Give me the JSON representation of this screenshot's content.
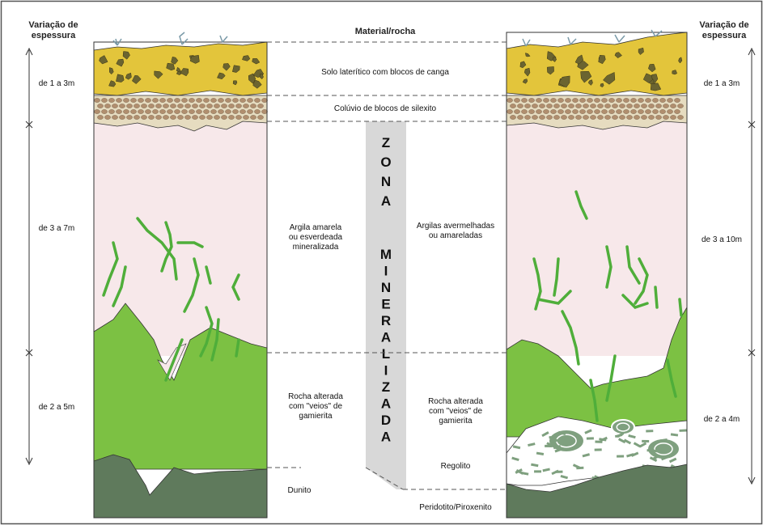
{
  "header": {
    "left_variation": [
      "Variação de",
      "espessura"
    ],
    "right_variation": [
      "Variação de",
      "espessura"
    ],
    "material": "Material/rocha"
  },
  "left_thickness": [
    "de 1 a 3m",
    "de 3 a 7m",
    "de 2 a 5m"
  ],
  "right_thickness": [
    "de 1 a 3m",
    "de 3 a 10m",
    "de 2 a 4m"
  ],
  "layers": {
    "solo": "Solo laterítico com blocos de canga",
    "coluvio": "Colúvio de blocos de silexito",
    "argila_left": [
      "Argila amarela",
      "ou esverdeada",
      "mineralizada"
    ],
    "argila_right": [
      "Argilas avermelhadas",
      "ou amareladas"
    ],
    "rocha_left": [
      "Rocha alterada",
      "com \"veios\" de",
      "gamierita"
    ],
    "rocha_right": [
      "Rocha alterada",
      "com \"veios\" de",
      "gamierita"
    ],
    "regolito": "Regolito",
    "dunito": "Dunito",
    "peridotito": "Peridotito/Piroxenito"
  },
  "zone": {
    "word1": [
      "Z",
      "O",
      "N",
      "A"
    ],
    "word2": [
      "M",
      "I",
      "N",
      "E",
      "R",
      "A",
      "L",
      "I",
      "Z",
      "A",
      "D",
      "A"
    ]
  },
  "colors": {
    "solo": "#e3c53b",
    "coluvio": "#e6dcc0",
    "argila": "#f7e8ea",
    "rocha_alterada": "#7cc143",
    "rocha_sa": "#5f7a5c",
    "zone_band": "#d8d8d8"
  }
}
